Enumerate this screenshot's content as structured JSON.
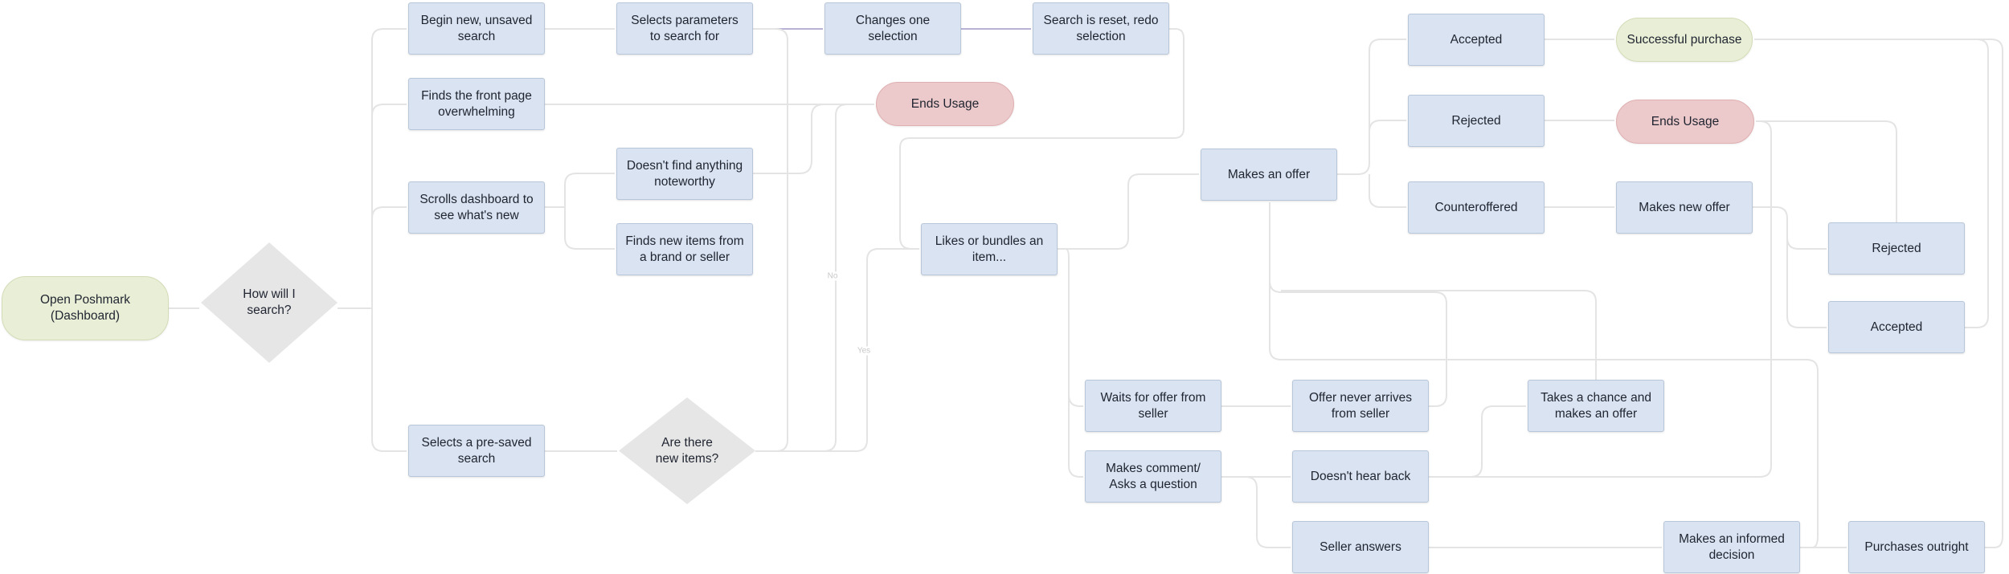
{
  "colors": {
    "process": "#d9e3f1",
    "start_terminal": "#e9efd6",
    "end_terminal": "#ecc9ca",
    "decision": "#e6e6e6",
    "edge": "#e4e4e4",
    "edge_highlight": "#b8b2d6"
  },
  "nodes": {
    "start": "Open Poshmark\n(Dashboard)",
    "how_search": "How will I\nsearch?",
    "begin_new": "Begin new, unsaved\nsearch",
    "finds_overwhelming": "Finds the front page\noverwhelming",
    "scrolls_dashboard": "Scrolls dashboard to\nsee what's new",
    "selects_presaved": "Selects a pre-saved\nsearch",
    "selects_params": "Selects parameters\nto search for",
    "changes_one": "Changes one\nselection",
    "search_reset": "Search is reset, redo\nselection",
    "ends_usage_1": "Ends Usage",
    "doesnt_find": "Doesn't find anything\nnoteworthy",
    "finds_new": "Finds new items from\na brand or seller",
    "new_items": "Are there\nnew items?",
    "likes_bundles": "Likes or bundles an\nitem...",
    "makes_offer": "Makes an offer",
    "accepted_1": "Accepted",
    "rejected_1": "Rejected",
    "counteroffered": "Counteroffered",
    "successful": "Successful purchase",
    "ends_usage_2": "Ends Usage",
    "makes_new_offer": "Makes new offer",
    "rejected_2": "Rejected",
    "accepted_2": "Accepted",
    "waits_offer": "Waits for offer from\nseller",
    "offer_never": "Offer never arrives\nfrom seller",
    "takes_chance": "Takes a chance and\nmakes an offer",
    "makes_comment": "Makes comment/\nAsks a question",
    "doesnt_hear": "Doesn't hear back",
    "seller_answers": "Seller answers",
    "informed": "Makes an informed\ndecision",
    "purchases": "Purchases outright"
  },
  "edge_labels": {
    "no": "No",
    "yes": "Yes"
  }
}
